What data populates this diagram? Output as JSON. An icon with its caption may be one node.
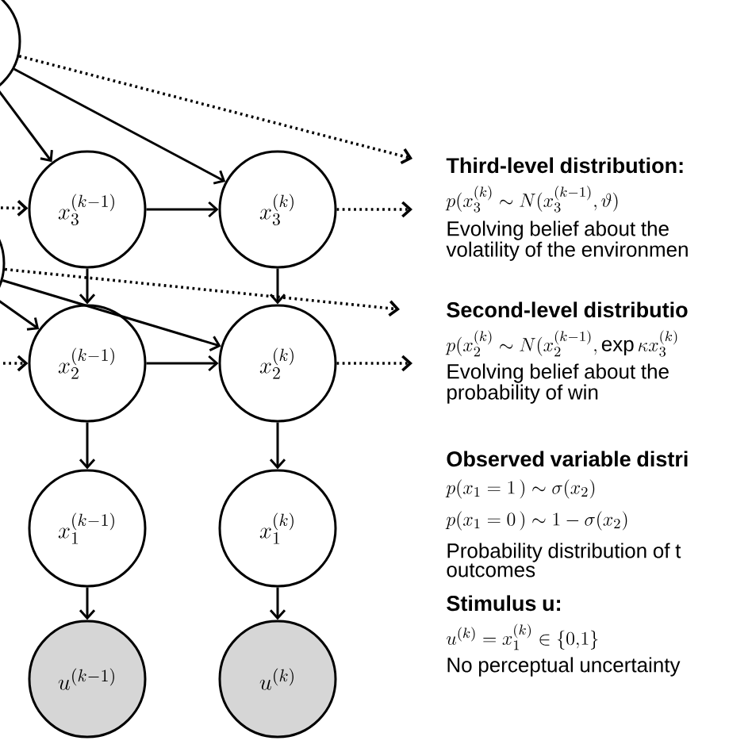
{
  "diagram": {
    "nodes": [
      {
        "text": [],
        "shape": "circle"
      },
      {
        "text": [],
        "shape": "circle"
      },
      {
        "text": [
          "x_3^{(k-1)}"
        ]
      },
      {
        "text": [
          "x_3^{(k)}"
        ]
      },
      {
        "text": [
          "x_2^{(k-1)}"
        ]
      },
      {
        "text": [
          "x_2^{(k)}"
        ]
      },
      {
        "text": [
          "x_1^{(k-1)}"
        ]
      },
      {
        "text": [
          "x_1^{(k)}"
        ]
      },
      {
        "text": [
          "u^{(k-1)}"
        ]
      },
      {
        "text": [
          "u^{(k)}"
        ]
      }
    ],
    "edges": [
      {
        "from": 0,
        "to": 2,
        "arrow": "to"
      },
      {
        "from": 0,
        "to": 3,
        "arrow": "to"
      },
      {
        "from": 0,
        "to": null,
        "arrow": "to",
        "style": "dashed"
      },
      {
        "from": null,
        "to": 2,
        "arrow": "to",
        "style": "dashed"
      },
      {
        "from": 2,
        "to": 3,
        "arrow": "to"
      },
      {
        "from": 3,
        "to": null,
        "arrow": "to",
        "style": "dashed"
      },
      {
        "from": 2,
        "to": 4,
        "arrow": "to"
      },
      {
        "from": 3,
        "to": 5,
        "arrow": "to"
      },
      {
        "from": 1,
        "to": 4,
        "arrow": "to"
      },
      {
        "from": 1,
        "to": 5,
        "arrow": "to"
      },
      {
        "from": 1,
        "to": null,
        "arrow": "to",
        "style": "dashed"
      },
      {
        "from": null,
        "to": 4,
        "arrow": "to",
        "style": "dashed"
      },
      {
        "from": 4,
        "to": 5,
        "arrow": "to"
      },
      {
        "from": 5,
        "to": null,
        "arrow": "to",
        "style": "dashed"
      },
      {
        "from": 4,
        "to": 6,
        "arrow": "to"
      },
      {
        "from": 5,
        "to": 7,
        "arrow": "to"
      },
      {
        "from": 6,
        "to": 8,
        "arrow": "to"
      },
      {
        "from": 7,
        "to": 9,
        "arrow": "to"
      }
    ],
    "labels": [
      "Third-level distribution:",
      "p(x_3^{(k)} \\sim N(x_3^{(k-1)}, \\vartheta)",
      "Evolving belief about the volatility of the environmen",
      "Second-level distributio",
      "p(x_2^{(k)} \\sim N(x_2^{(k-1)}, \\exp \\kappa x_3^{(k)}",
      "Evolving belief about the probability of win",
      "Observed variable distri",
      "p(x_1 = 1\\,) \\sim \\sigma(x_2)",
      "p(x_1 = 0\\,) \\sim 1 - \\sigma(x_2)",
      "Probability distribution of t outcomes",
      "Stimulus u:",
      "u^{(k)} = x_1^{(k)} \\in \\{0{,}1\\}",
      "No perceptual uncertainty"
    ]
  }
}
